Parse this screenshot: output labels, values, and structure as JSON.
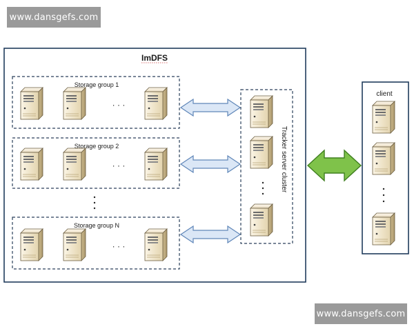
{
  "watermarks": {
    "top": "www.dansgefs.com",
    "bottom": "www.dansgefs.com"
  },
  "system": {
    "title": "ImDFS"
  },
  "storage_groups": [
    {
      "label": "Storage group 1"
    },
    {
      "label": "Storage group 2"
    },
    {
      "label": "Storage group N"
    }
  ],
  "tracker": {
    "label": "Tracker server cluster"
  },
  "client": {
    "label": "client"
  },
  "colors": {
    "frame": "#1f3b5c",
    "dashed": "#2a3f5a",
    "blue_arrow": "#dbe7f6",
    "blue_arrow_edge": "#5f86b8",
    "green_arrow": "#7fc24a",
    "green_arrow_edge": "#3f7f1f",
    "server_body": "#efe4c9"
  },
  "icons": {
    "server": "server-icon",
    "ellipsis": "ellipsis"
  }
}
